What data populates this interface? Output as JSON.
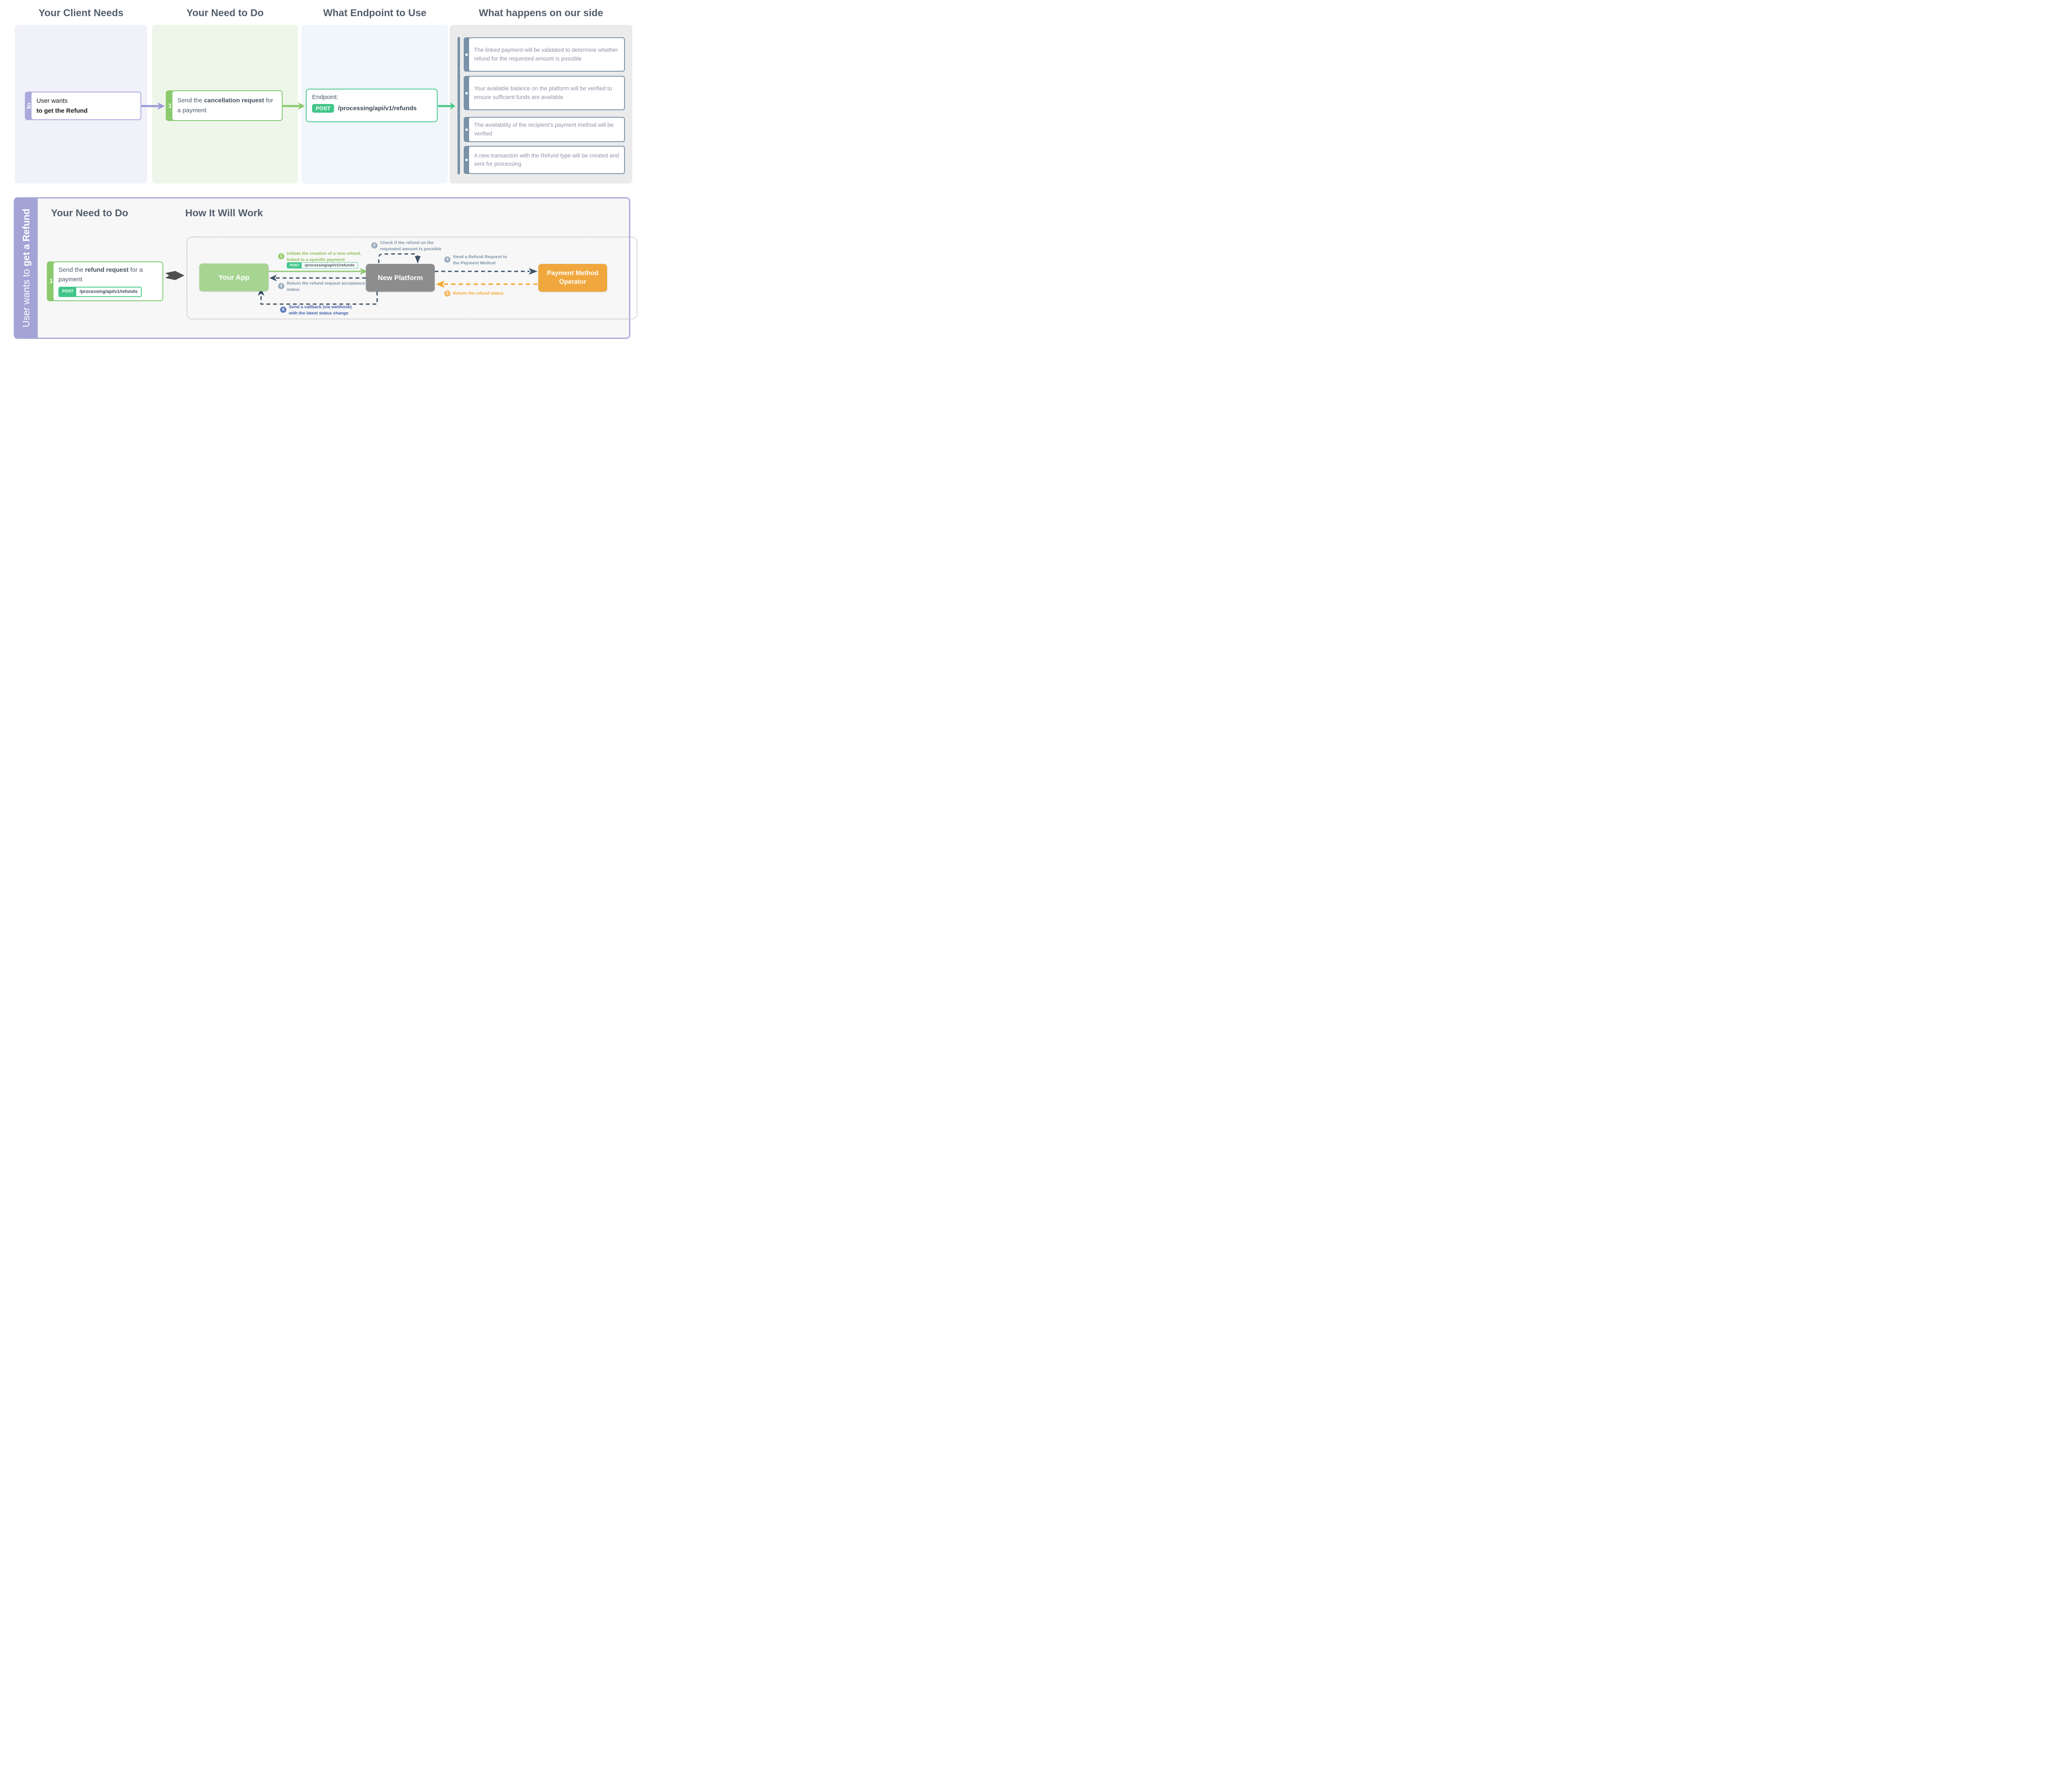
{
  "top": {
    "columns": [
      {
        "title": "Your Client Needs",
        "card": {
          "line1": "User wants",
          "line2": "to get the Refund"
        }
      },
      {
        "title": "Your Need to Do",
        "card": {
          "step": "1",
          "pre": "Send the ",
          "bold": "cancellation request",
          "post": " for a payment"
        }
      },
      {
        "title": "What Endpoint to Use",
        "endpoint_label": "Endpoint:",
        "method": "POST",
        "path": "/processing/api/v1/refunds"
      },
      {
        "title": "What happens on our side",
        "bullets": [
          "The linked payment will be validated to determine whether refund for the requested amount is possible",
          "Your available balance on the platform will be verified to ensure sufficient funds are available",
          "The availability of the recipient’s payment method will be verified",
          "A new transaction with the Refund type will be created and sent for processing"
        ]
      }
    ]
  },
  "bottom": {
    "sidebar": {
      "pre": "User wants to ",
      "bold": "get a Refund"
    },
    "need_heading": "Your Need to Do",
    "flow_heading": "How It Will Work",
    "card": {
      "step": "1",
      "pre": "Send the ",
      "bold": "refund request",
      "post": " for a payment",
      "method": "POST",
      "path": "/processing/api/v1/refunds"
    },
    "nodes": {
      "your_app": "Your App",
      "new_platform": "New Platform",
      "payment_operator_line1": "Payment Method",
      "payment_operator_line2": "Operator"
    },
    "steps": [
      {
        "num": "1",
        "line1": "Initiate the creation of a new refund,",
        "line2": "linked to a specific payment",
        "method": "POST",
        "path": "/processing/api/v1/refunds"
      },
      {
        "num": "2",
        "line1": "Check if the refund on the",
        "line2": "requested amount is possible"
      },
      {
        "num": "3",
        "line1": "Return the refund request acceptance",
        "line2": "status"
      },
      {
        "num": "4",
        "line1": "Send a Refund Request to",
        "line2": "the Payment Method"
      },
      {
        "num": "5",
        "line1": "Return the refund status",
        "line2": ""
      },
      {
        "num": "6",
        "line1": "Send a callback (via webhook)",
        "line2": "with the latest status change"
      }
    ]
  },
  "colors": {
    "purple": "#a9a9dc",
    "green": "#8cc96d",
    "emerald": "#41c689",
    "slate": "#7a92a8",
    "dark_slate": "#3d5166",
    "orange": "#f5a930",
    "blue": "#3e5fa8",
    "node_green": "#a6d592",
    "node_gray": "#8d8d8d",
    "node_orange": "#f0a73d"
  }
}
